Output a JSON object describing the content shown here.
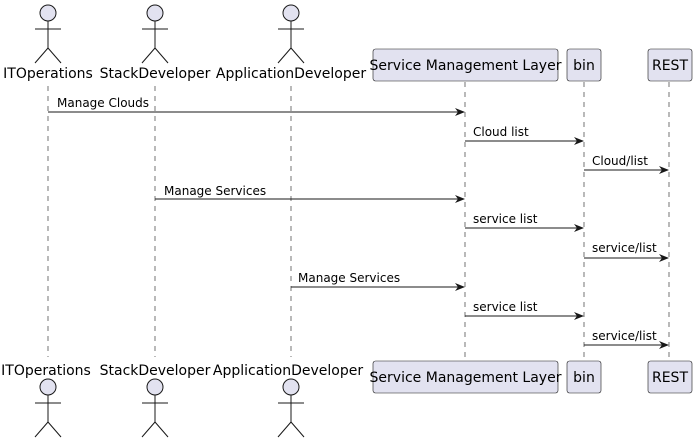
{
  "colors": {
    "participant_fill": "#E2E2F0",
    "participant_stroke": "#181818",
    "lifeline": "#181818",
    "arrow": "#181818"
  },
  "participants": [
    {
      "id": "itops",
      "label": "ITOperations",
      "kind": "actor"
    },
    {
      "id": "stackdev",
      "label": "StackDeveloper",
      "kind": "actor"
    },
    {
      "id": "appdev",
      "label": "ApplicationDeveloper",
      "kind": "actor"
    },
    {
      "id": "sml",
      "label": "Service Management Layer",
      "kind": "participant"
    },
    {
      "id": "bin",
      "label": "bin",
      "kind": "participant"
    },
    {
      "id": "rest",
      "label": "REST",
      "kind": "participant"
    }
  ],
  "messages": [
    {
      "from": "itops",
      "to": "sml",
      "label": "Manage Clouds"
    },
    {
      "from": "sml",
      "to": "bin",
      "label": "Cloud list"
    },
    {
      "from": "bin",
      "to": "rest",
      "label": "Cloud/list"
    },
    {
      "from": "stackdev",
      "to": "sml",
      "label": "Manage Services"
    },
    {
      "from": "sml",
      "to": "bin",
      "label": "service list"
    },
    {
      "from": "bin",
      "to": "rest",
      "label": "service/list"
    },
    {
      "from": "appdev",
      "to": "sml",
      "label": "Manage Services"
    },
    {
      "from": "sml",
      "to": "bin",
      "label": "service list"
    },
    {
      "from": "bin",
      "to": "rest",
      "label": "service/list"
    }
  ]
}
